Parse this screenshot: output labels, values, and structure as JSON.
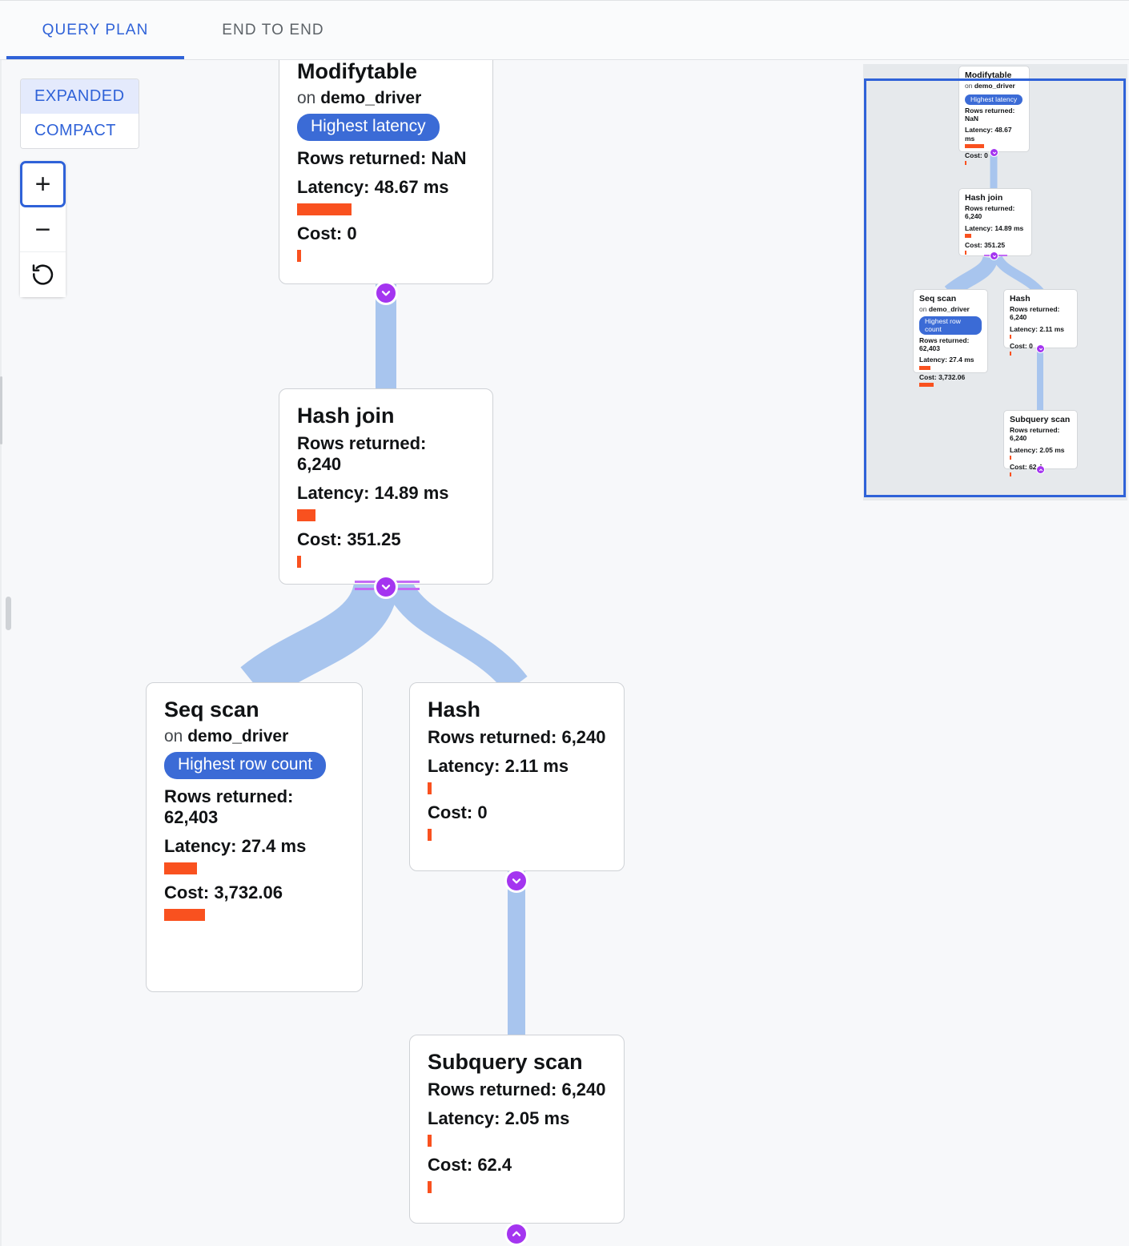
{
  "tabs": [
    {
      "id": "query-plan",
      "label": "QUERY PLAN",
      "active": true
    },
    {
      "id": "end-to-end",
      "label": "END TO END",
      "active": false
    }
  ],
  "view_mode": {
    "expanded_label": "EXPANDED",
    "compact_label": "COMPACT",
    "selected": "EXPANDED"
  },
  "zoom_controls": {
    "zoom_in_label": "+",
    "zoom_out_label": "−",
    "reset_label": "reset-icon"
  },
  "colors": {
    "accent_blue": "#2f62d8",
    "badge_blue": "#3b6bd6",
    "bar_orange": "#f9511f",
    "edge_blue": "#a8c5ee",
    "toggle_purple": "#a435f0",
    "canvas_bg": "#f7f8fa",
    "minimap_bg": "#e6e9ec"
  },
  "labels": {
    "rows_returned": "Rows returned:",
    "latency": "Latency:",
    "cost": "Cost:",
    "on": "on"
  },
  "plan_nodes": [
    {
      "id": "modifytable",
      "title": "Modifytable",
      "relation": "demo_driver",
      "badge": "Highest latency",
      "rows_returned": "Rows returned: NaN",
      "latency": "Latency: 48.67 ms",
      "latency_bar_width": 68,
      "cost": "Cost: 0",
      "cost_bar_width": 5
    },
    {
      "id": "hash-join",
      "title": "Hash join",
      "relation": null,
      "badge": null,
      "rows_returned": "Rows returned: 6,240",
      "latency": "Latency: 14.89 ms",
      "latency_bar_width": 23,
      "cost": "Cost: 351.25",
      "cost_bar_width": 5
    },
    {
      "id": "seq-scan",
      "title": "Seq scan",
      "relation": "demo_driver",
      "badge": "Highest row count",
      "rows_returned": "Rows returned: 62,403",
      "latency": "Latency: 27.4 ms",
      "latency_bar_width": 41,
      "cost": "Cost: 3,732.06",
      "cost_bar_width": 51
    },
    {
      "id": "hash",
      "title": "Hash",
      "relation": null,
      "badge": null,
      "rows_returned": "Rows returned: 6,240",
      "latency": "Latency: 2.11 ms",
      "latency_bar_width": 5,
      "cost": "Cost: 0",
      "cost_bar_width": 5
    },
    {
      "id": "subquery-scan",
      "title": "Subquery scan",
      "relation": null,
      "badge": null,
      "rows_returned": "Rows returned: 6,240",
      "latency": "Latency: 2.05 ms",
      "latency_bar_width": 5,
      "cost": "Cost: 62.4",
      "cost_bar_width": 5
    }
  ],
  "minimap": {
    "present": true,
    "viewport_visible": true
  }
}
